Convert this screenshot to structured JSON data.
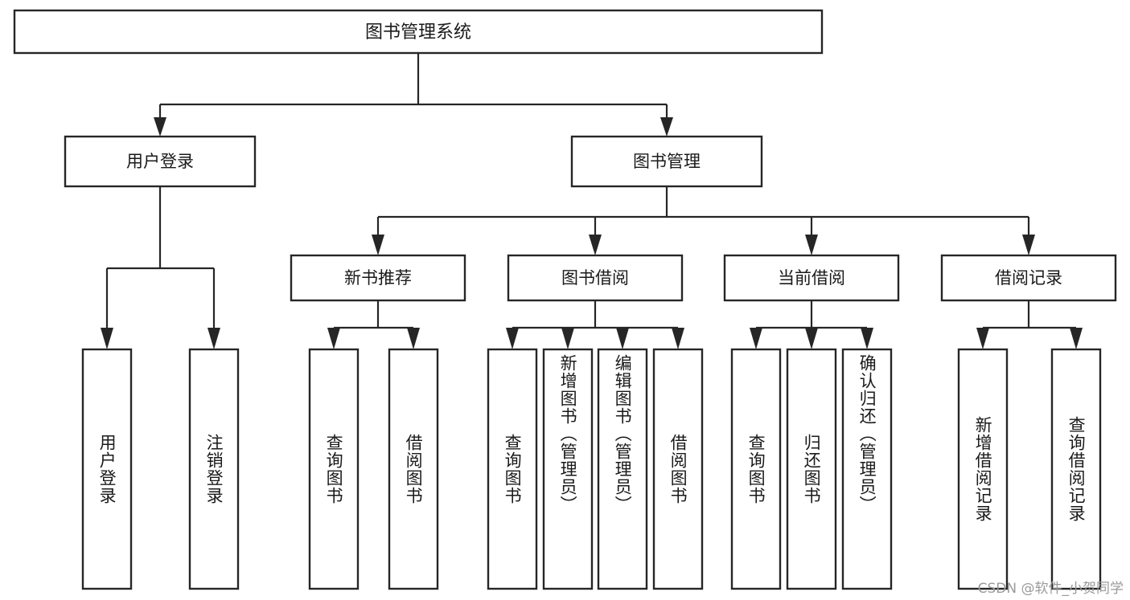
{
  "diagram": {
    "title": "图书管理系统",
    "type": "tree",
    "orientation": "top-down",
    "colors": {
      "box_stroke": "#262626",
      "box_fill": "#ffffff",
      "connector": "#262626",
      "text": "#1a1a1a",
      "watermark": "#9a9a9a",
      "background": "#ffffff"
    },
    "root": {
      "label": "图书管理系统",
      "name": "root-node"
    },
    "level2": [
      {
        "label": "用户登录",
        "name": "node-user-login"
      },
      {
        "label": "图书管理",
        "name": "node-book-management"
      }
    ],
    "level3": [
      {
        "label": "新书推荐",
        "name": "node-new-book-recommend"
      },
      {
        "label": "图书借阅",
        "name": "node-book-borrow"
      },
      {
        "label": "当前借阅",
        "name": "node-current-borrow"
      },
      {
        "label": "借阅记录",
        "name": "node-borrow-record"
      }
    ],
    "leaves": {
      "user_login": [
        {
          "label": "用户登录",
          "name": "leaf-user-login"
        },
        {
          "label": "注销登录",
          "name": "leaf-logout"
        }
      ],
      "new_book_recommend": [
        {
          "label": "查询图书",
          "name": "leaf-query-book-1"
        },
        {
          "label": "借阅图书",
          "name": "leaf-borrow-book-1"
        }
      ],
      "book_borrow": [
        {
          "label": "查询图书",
          "name": "leaf-query-book-2"
        },
        {
          "label": "新增图书（管理员）",
          "name": "leaf-add-book-admin"
        },
        {
          "label": "编辑图书（管理员）",
          "name": "leaf-edit-book-admin"
        },
        {
          "label": "借阅图书",
          "name": "leaf-borrow-book-2"
        }
      ],
      "current_borrow": [
        {
          "label": "查询图书",
          "name": "leaf-query-book-3"
        },
        {
          "label": "归还图书",
          "name": "leaf-return-book"
        },
        {
          "label": "确认归还（管理员）",
          "name": "leaf-confirm-return-admin"
        }
      ],
      "borrow_record": [
        {
          "label": "新增借阅记录",
          "name": "leaf-add-borrow-record"
        },
        {
          "label": "查询借阅记录",
          "name": "leaf-query-borrow-record"
        }
      ]
    },
    "watermark": "CSDN @软件_小贺同学"
  }
}
